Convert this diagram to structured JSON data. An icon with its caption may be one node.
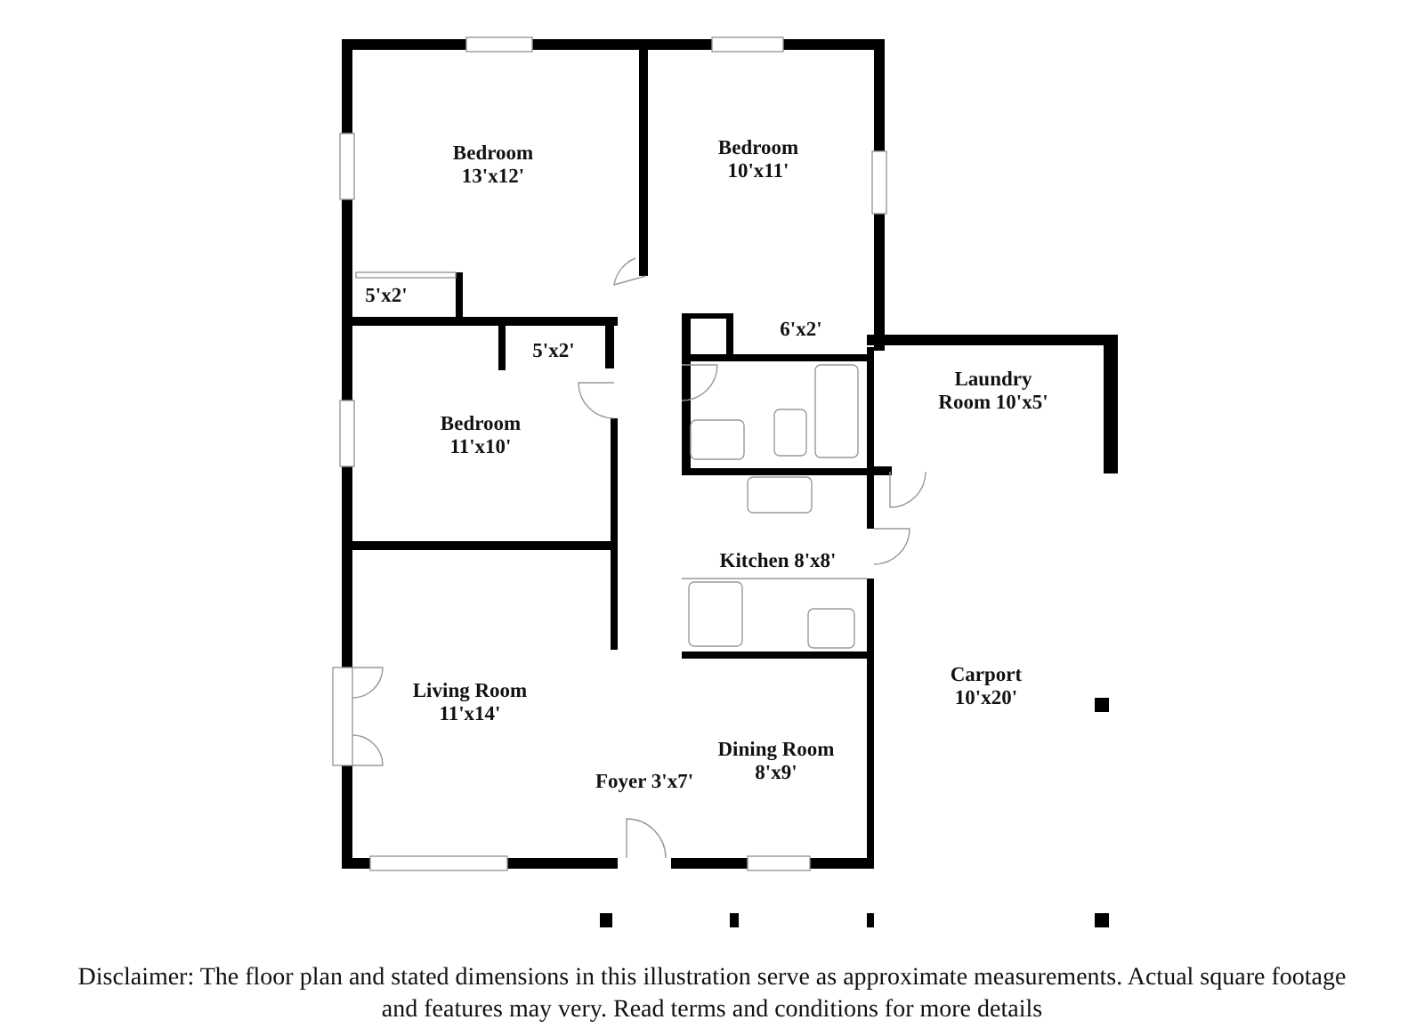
{
  "diagram": {
    "caption": "Disclaimer: The floor plan and stated dimensions in this illustration serve as approximate measurements. Actual square footage and features may very. Read terms and conditions for more details",
    "labels": [
      "Bedroom 13'x12'",
      "Bedroom 10'x11'",
      "5'x2'",
      "6'x2'",
      "5'x2'",
      "Laundry Room 10'x5'",
      "Bedroom 11'x10'",
      "Kitchen 8'x8'",
      "Living Room 11'x14'",
      "Carport 10'x20'",
      "Foyer 3'x7'",
      "Dining Room 8'x9'"
    ]
  }
}
